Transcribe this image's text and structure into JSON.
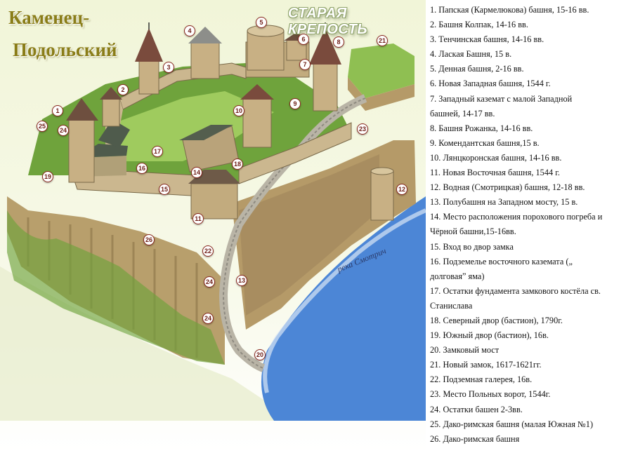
{
  "map": {
    "city_title_line1": "Каменец-",
    "city_title_line2": "Подольский",
    "fortress_title": "СТАРАЯ КРЕПОСТЬ",
    "river_label": "река Смотрич",
    "marker_labels": [
      "1",
      "2",
      "3",
      "4",
      "5",
      "6",
      "7",
      "8",
      "9",
      "10",
      "11",
      "12",
      "13",
      "14",
      "15",
      "16",
      "17",
      "18",
      "19",
      "20",
      "21",
      "22",
      "23",
      "24",
      "24",
      "24",
      "25",
      "26"
    ],
    "colors": {
      "grass": "#6fa33c",
      "grass_light": "#9fcb5e",
      "stone": "#c9b48a",
      "roof": "#7a4b3d",
      "river": "#4c86d6",
      "marker_border": "#8c2a20"
    }
  },
  "legend": [
    "1. Папская (Кармелюкова) башня, 15-16 вв.",
    "2. Башня Колпак, 14-16 вв.",
    "3.  Тенчинская башня, 14-16 вв.",
    "4. Лаская Башня, 15 в.",
    "5. Денная башня, 2-16 вв.",
    "6. Новая Западная башня, 1544 г.",
    "7. Западный каземат с малой Западной",
    "башней, 14-17 вв.",
    "8. Башня Рожанка, 14-16 вв.",
    "9. Комендантская башня,15 в.",
    "10. Лянцкоронская башня, 14-16 вв.",
    "11. Новая Восточная башня, 1544 г.",
    "12. Водная (Смотрицкая) башня, 12-18 вв.",
    "13. Полубашня на Западном мосту, 15 в.",
    "14. Место расположения порохового погреба и",
    "Чёрной башни,15-16вв.",
    "15.  Вход во двор замка",
    "16. Подземелье восточного каземата („",
    "долговая” яма)",
    "17. Остатки фундамента замкового костёла св.",
    "Станислава",
    "18. Северный двор (бастион), 1790г.",
    "19. Южный двор (бастион), 16в.",
    "20. Замковый мост",
    "21. Новый замок, 1617-1621гг.",
    "22. Подземная галерея, 16в.",
    "23. Место Польных ворот, 1544г.",
    "24. Остатки башен 2-3вв.",
    "25. Дако-римская башня (малая Южная №1)",
    "26. Дако-римская башня"
  ]
}
